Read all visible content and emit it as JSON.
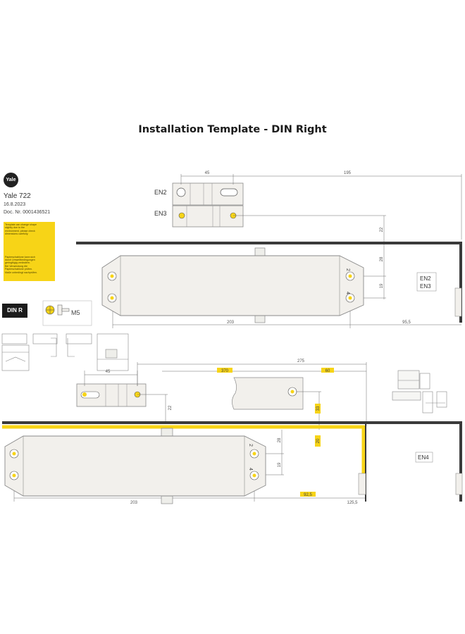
{
  "title": "Installation Template - DIN Right",
  "brand": {
    "logo": "Yale",
    "product": "Yale 722",
    "date": "16.8.2023",
    "doc_nr": "Doc. Nr. 0001436521"
  },
  "notice_lines": [
    "Template can change shape",
    "slightly due to the",
    "environment, please check",
    "dimensions carefully.",
    "",
    "Papierschablone kann sich",
    "durch Umweltbedingungen",
    "geringfügig verändern.",
    "Bei Verwendung die",
    "Papierschablone prüfen.",
    "Maße unbedingt nachprüfen."
  ],
  "din_badge": "DIN R",
  "screw_label": "M5",
  "upper": {
    "en2": "EN2",
    "en3": "EN3",
    "dim_45": "45",
    "dim_195": "195",
    "dim_22": "22",
    "dim_28": "28",
    "dim_19": "19",
    "dim_203": "203",
    "dim_95_5": "95,5",
    "box_en2": "EN2",
    "box_en3": "EN3",
    "mark_2": "2",
    "mark_4": "4"
  },
  "lower": {
    "dim_45": "45",
    "dim_275": "275",
    "dim_370": "370",
    "dim_60": "60",
    "dim_33": "33",
    "dim_20": "20",
    "dim_22": "22",
    "dim_28": "28",
    "dim_19": "19",
    "dim_92_5": "92,5",
    "dim_203": "203",
    "dim_125_5": "125,5",
    "en4": "EN4",
    "mark_2": "2",
    "mark_4": "4"
  },
  "colors": {
    "accent_yellow": "#f7d417",
    "frame": "#3a3a3a",
    "body_fill": "#f2f0ec",
    "body_stroke": "#8a8a8a",
    "dimension": "#6b6b6b"
  }
}
